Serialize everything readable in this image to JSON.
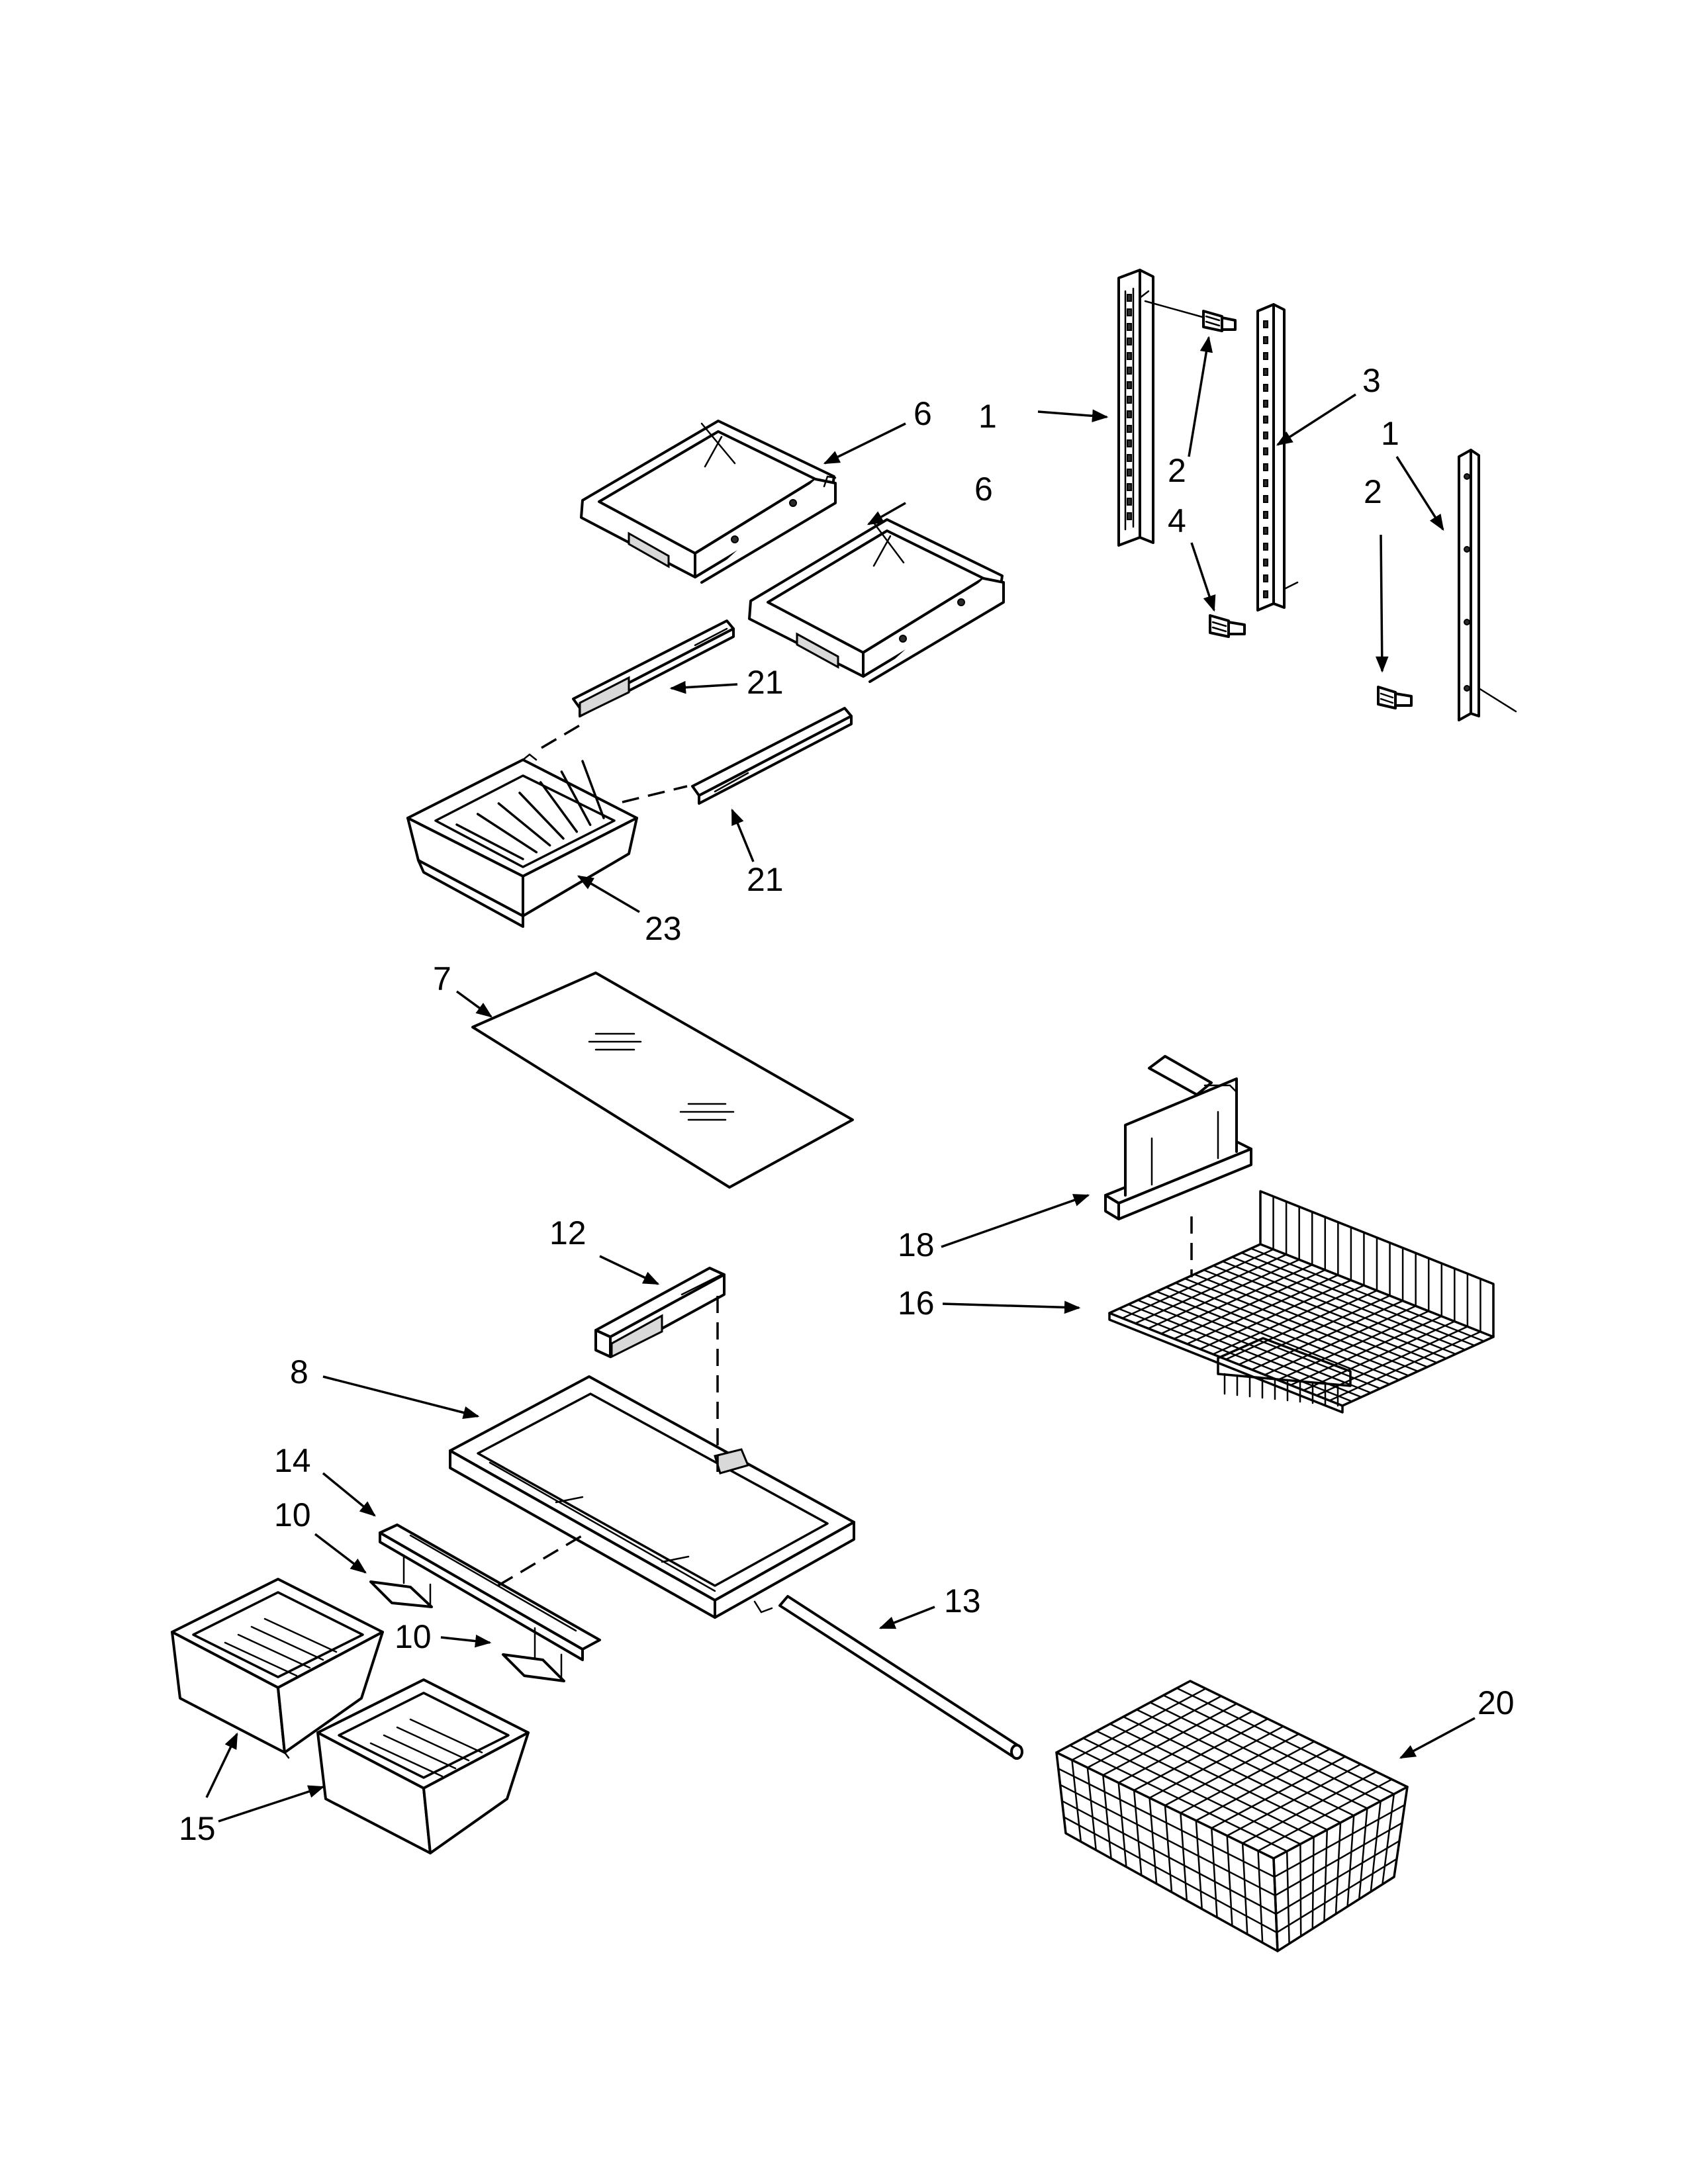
{
  "callouts": {
    "c1a": "1",
    "c1b": "1",
    "c2a": "2",
    "c2b": "2",
    "c3": "3",
    "c4": "4",
    "c6a": "6",
    "c6b": "6",
    "c7": "7",
    "c8": "8",
    "c10a": "10",
    "c10b": "10",
    "c12": "12",
    "c13": "13",
    "c14": "14",
    "c15": "15",
    "c16": "16",
    "c18": "18",
    "c20": "20",
    "c21a": "21",
    "c21b": "21",
    "c23": "23"
  },
  "colors": {
    "line": "#000000",
    "background": "#ffffff",
    "shade": "#d9d9d9"
  }
}
